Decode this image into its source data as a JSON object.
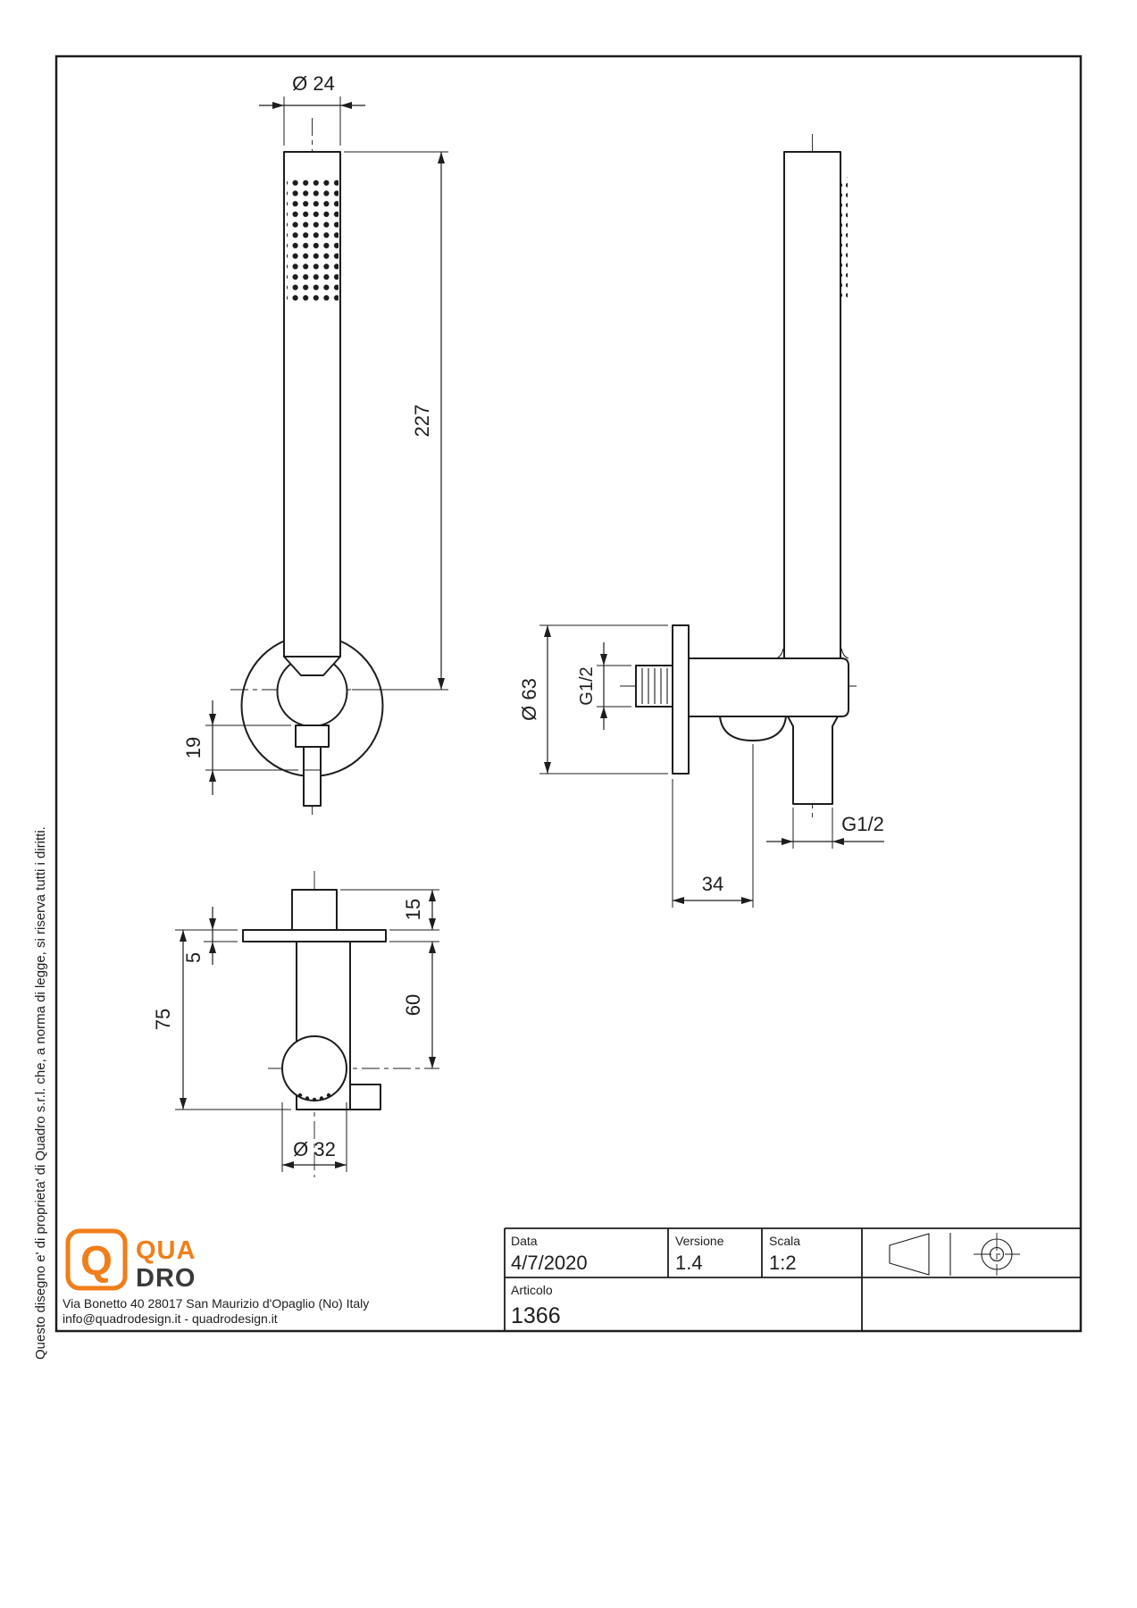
{
  "side_note": "Questo disegno e' di proprieta' di Quadro s.r.l. che, a norma di legge, si riserva tutti i diritti.",
  "dims": {
    "front": {
      "head_diameter": "Ø 24",
      "total_length": "227",
      "bracket_offset": "19"
    },
    "side": {
      "plate_diameter": "Ø 63",
      "inlet_thread": "G1/2",
      "hose_thread": "G1/2",
      "wall_offset": "34"
    },
    "profile": {
      "plate_thickness": "5",
      "body_drop": "75",
      "thread_length": "15",
      "center_drop": "60",
      "ball_diameter": "Ø 32"
    }
  },
  "title_block": {
    "logo_q": "Q",
    "logo_qua": "QUA",
    "logo_dro": "DRO",
    "address_line1": "Via Bonetto 40  28017 San Maurizio d'Opaglio (No) Italy",
    "address_line2": "info@quadrodesign.it  -  quadrodesign.it",
    "data_label": "Data",
    "data_value": "4/7/2020",
    "versione_label": "Versione",
    "versione_value": "1.4",
    "scala_label": "Scala",
    "scala_value": "1:2",
    "articolo_label": "Articolo",
    "articolo_value": "1366"
  },
  "colors": {
    "accent": "#F07E1A",
    "line": "#1D1D1B"
  }
}
